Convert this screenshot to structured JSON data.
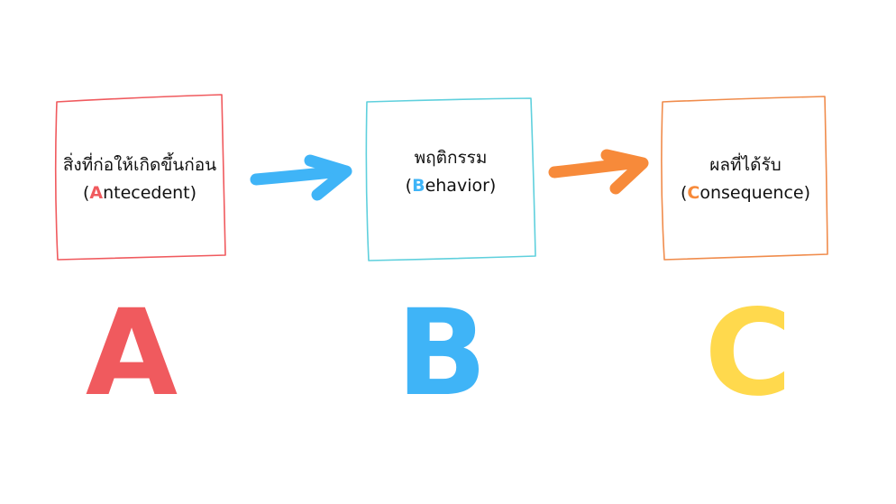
{
  "colors": {
    "a": "#f05a5e",
    "b": "#3fb4f7",
    "c": "#f78a3a",
    "c_letter": "#ffd94d",
    "box_b": "#5fd0dd",
    "box_c": "#f08c4c",
    "text": "#111111"
  },
  "boxes": [
    {
      "title": "สิ่งที่ก่อให้เกิดขึ้นก่อน",
      "open": "(",
      "initial": "A",
      "rest": "ntecedent)"
    },
    {
      "title": "พฤติกรรม",
      "open": "(",
      "initial": "B",
      "rest": "ehavior)"
    },
    {
      "title": "ผลที่ได้รับ",
      "open": "(",
      "initial": "C",
      "rest": "onsequence)"
    }
  ],
  "letters": [
    "A",
    "B",
    "C"
  ],
  "icons": [
    "arrow-right-icon",
    "arrow-right-icon"
  ]
}
